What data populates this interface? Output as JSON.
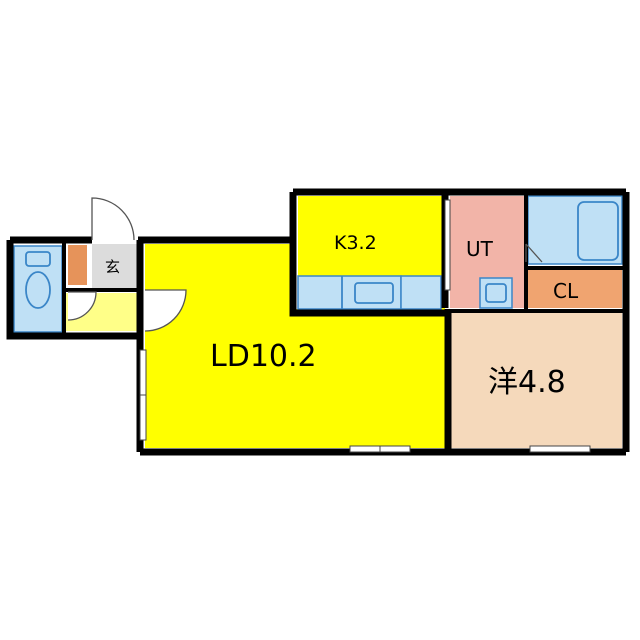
{
  "rooms": {
    "ld": {
      "label": "LD10.2",
      "color": "#ffff00"
    },
    "kitchen": {
      "label": "K3.2",
      "color": "#ffff00"
    },
    "western": {
      "label": "洋4.8",
      "color": "#f5d9bb"
    },
    "utility": {
      "label": "UT",
      "color": "#f2b4a8"
    },
    "closet": {
      "label": "CL",
      "color": "#f0a470"
    },
    "entrance": {
      "label": "玄",
      "color": "#dcdcdc"
    },
    "hall": {
      "color": "#ffff88"
    }
  },
  "fixtures": {
    "fixture_color": "#bfe0f5",
    "fixture_stroke": "#3a86c8",
    "wall_color": "#000000",
    "door_color": "#555555",
    "entry_shelf_color": "#e6935a"
  },
  "icons": [
    "toilet-icon",
    "bathtub-icon",
    "washbasin-icon",
    "kitchen-sink-icon",
    "door-swing-icon",
    "window-icon"
  ]
}
